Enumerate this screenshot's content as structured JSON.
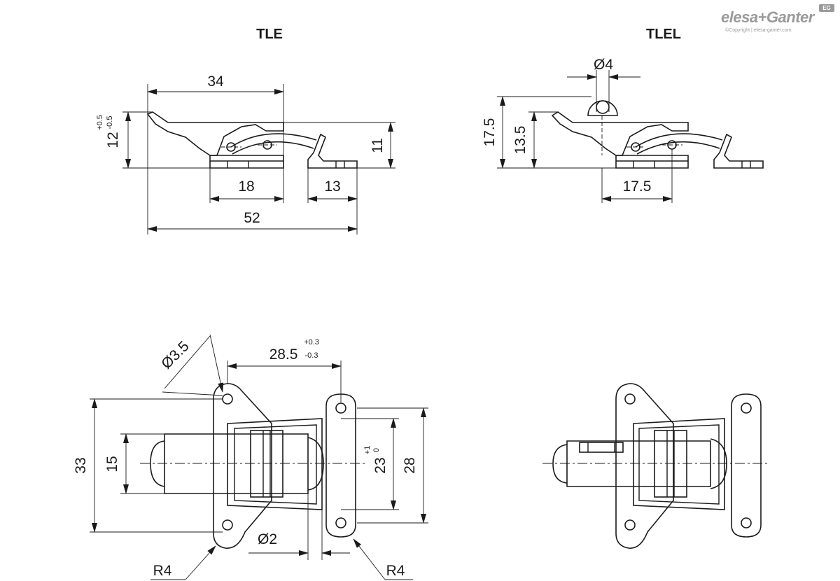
{
  "logo": {
    "brand": "elesa+Ganter",
    "copyright": "©Copyright | elesa-ganter.com",
    "badge": "EG"
  },
  "titles": {
    "tle": "TLE",
    "tlel": "TLEL"
  },
  "dims": {
    "tle_34": "34",
    "tle_12": "12",
    "tle_12_tol_plus": "+0.5",
    "tle_12_tol_minus": "-0.5",
    "tle_11": "11",
    "tle_18": "18",
    "tle_13": "13",
    "tle_52": "52",
    "tlel_d4": "Ø4",
    "tlel_175_h": "17.5",
    "tlel_135": "13.5",
    "tlel_175_w": "17.5",
    "bot_d35": "Ø3.5",
    "bot_285": "28.5",
    "bot_285_tol_plus": "+0.3",
    "bot_285_tol_minus": "-0.3",
    "bot_33": "33",
    "bot_15": "15",
    "bot_23": "23",
    "bot_23_tol_plus": "+1",
    "bot_23_tol_minus": "0",
    "bot_28": "28",
    "bot_d2": "Ø2",
    "bot_r4_left": "R4",
    "bot_r4_right": "R4"
  }
}
